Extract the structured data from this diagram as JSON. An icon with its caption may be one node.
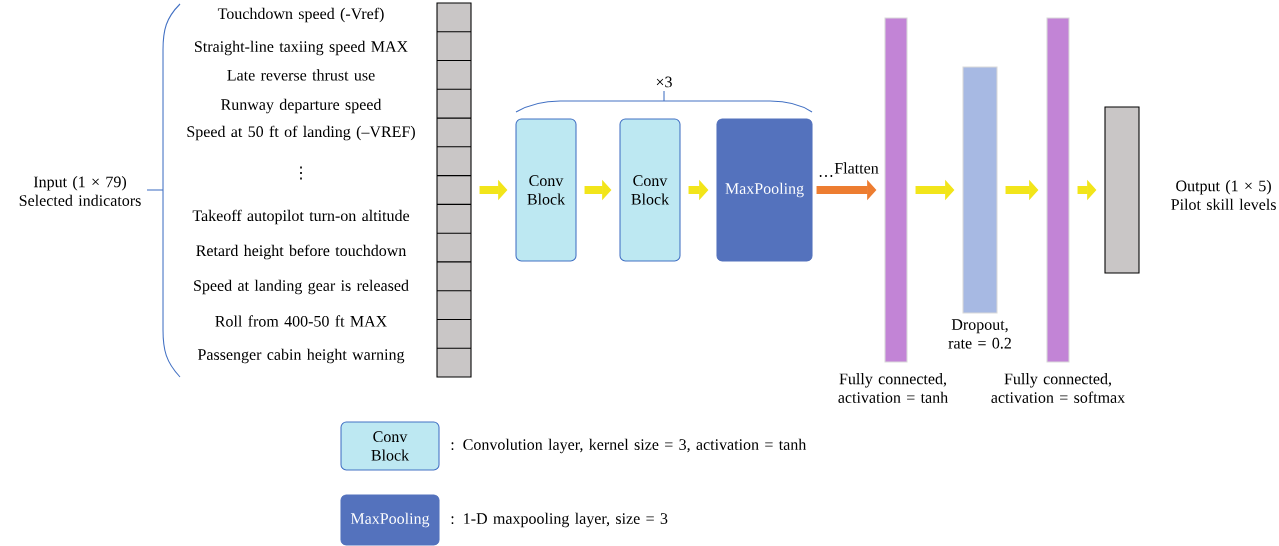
{
  "diagram": {
    "nodes": [
      {
        "text": [],
        "shape": "bar"
      },
      {
        "text": [
          "Conv Block"
        ]
      },
      {
        "text": [
          "Conv Block"
        ]
      },
      {
        "text": [
          "MaxPooling"
        ]
      },
      {
        "text": [],
        "shape": "bar",
        "beside": [
          "Fully connected, activation = tanh"
        ]
      },
      {
        "text": [],
        "shape": "bar",
        "beside": [
          "Dropout, rate = 0.2"
        ]
      },
      {
        "text": [],
        "shape": "bar",
        "beside": [
          "Fully connected, activation = softmax"
        ]
      },
      {
        "text": [],
        "shape": "bar",
        "beside": [
          "Output (1 × 5) Pilot skill levels"
        ]
      },
      {
        "text": [
          "Conv Block"
        ],
        "beside": [
          ": Convolution layer, kernel size = 3, activation = tanh"
        ]
      },
      {
        "text": [
          "MaxPooling"
        ],
        "beside": [
          ": 1-D maxpooling layer, size = 3"
        ]
      }
    ],
    "edges": [
      {
        "from": 0,
        "to": 1,
        "arrow": "to"
      },
      {
        "from": 1,
        "to": 2,
        "arrow": "to"
      },
      {
        "from": 2,
        "to": 3,
        "arrow": "to"
      },
      {
        "from": 3,
        "to": 4,
        "arrow": "to",
        "label": "Flatten",
        "color": "#ed7d31"
      },
      {
        "from": 4,
        "to": 5,
        "arrow": "to"
      },
      {
        "from": 5,
        "to": 6,
        "arrow": "to"
      },
      {
        "from": 6,
        "to": 7,
        "arrow": "to"
      }
    ],
    "labels": [
      "Touchdown speed (-Vref)",
      "Straight-line taxiing speed MAX",
      "Late reverse thrust use",
      "Runway departure speed",
      "Speed at 50 ft of landing (–VREF)",
      "⋮",
      "Takeoff autopilot turn-on altitude",
      "Retard height before touchdown",
      "Speed at landing gear is released",
      "Roll from 400-50 ft MAX",
      "Passenger cabin height warning",
      "Input (1 × 79) Selected indicators",
      "×3",
      "…"
    ]
  }
}
